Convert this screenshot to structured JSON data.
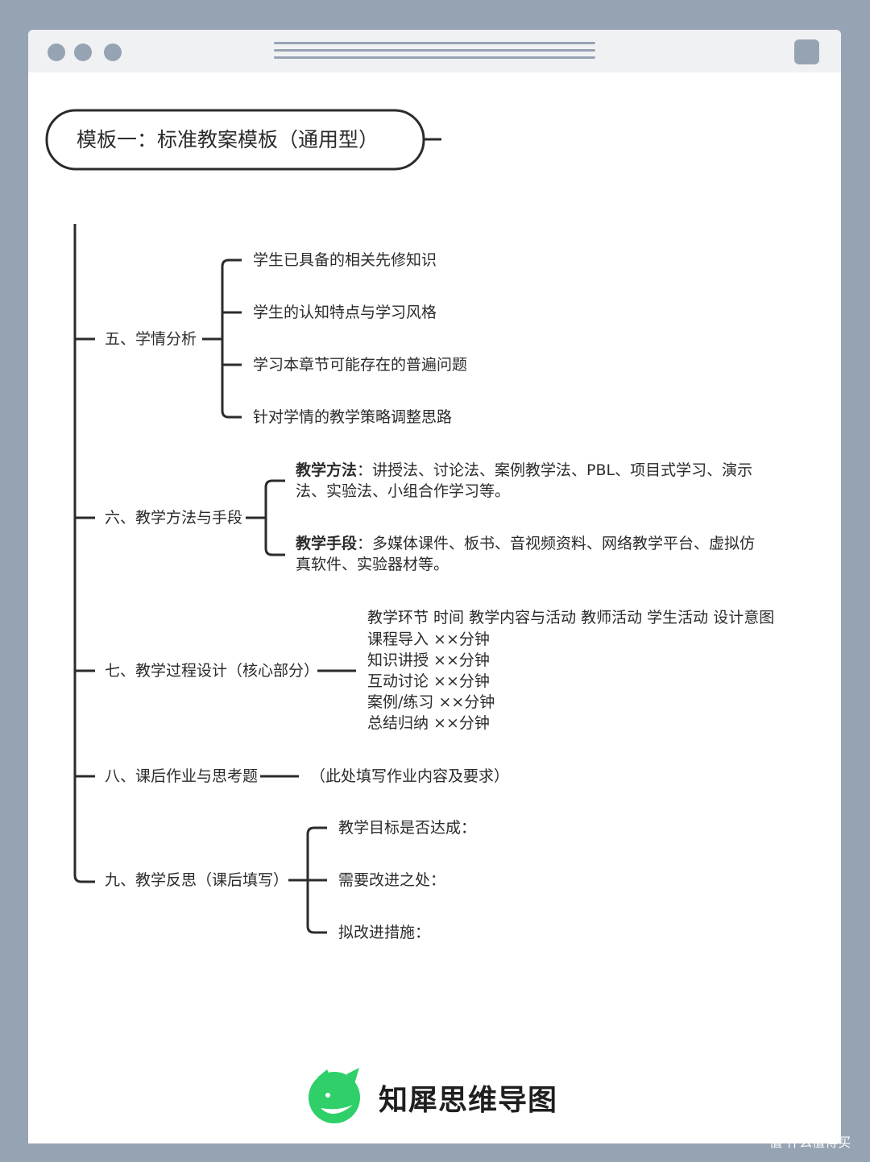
{
  "title": "模板一：标准教案模板（通用型）",
  "sections": [
    {
      "label": "五、学情分析",
      "items": [
        "学生已具备的相关先修知识",
        "学生的认知特点与学习风格",
        "学习本章节可能存在的普遍问题",
        "针对学情的教学策略调整思路"
      ]
    },
    {
      "label": "六、教学方法与手段",
      "items": [
        {
          "key": "教学方法",
          "text": "：讲授法、讨论法、案例教学法、PBL、项目式学习、演示法、实验法、小组合作学习等。"
        },
        {
          "key": "教学手段",
          "text": "：多媒体课件、板书、音视频资料、网络教学平台、虚拟仿真软件、实验器材等。"
        }
      ]
    },
    {
      "label": "七、教学过程设计（核心部分）",
      "lines": [
        "教学环节 时间 教学内容与活动 教师活动 学生活动 设计意图",
        "课程导入 ××分钟",
        "知识讲授 ××分钟",
        "互动讨论 ××分钟",
        "案例/练习 ××分钟",
        "总结归纳 ××分钟"
      ]
    },
    {
      "label": "八、课后作业与思考题",
      "items": [
        "（此处填写作业内容及要求）"
      ]
    },
    {
      "label": "九、教学反思（课后填写）",
      "items": [
        "教学目标是否达成：",
        "需要改进之处：",
        "拟改进措施："
      ]
    }
  ],
  "brand": "知犀思维导图",
  "watermark": "值 什么值得买",
  "colors": {
    "background": "#96a3b3",
    "window": "#ffffff",
    "titlebar": "#f0f1f3",
    "line": "#2b2b2b",
    "logo": "#2fd06a"
  }
}
